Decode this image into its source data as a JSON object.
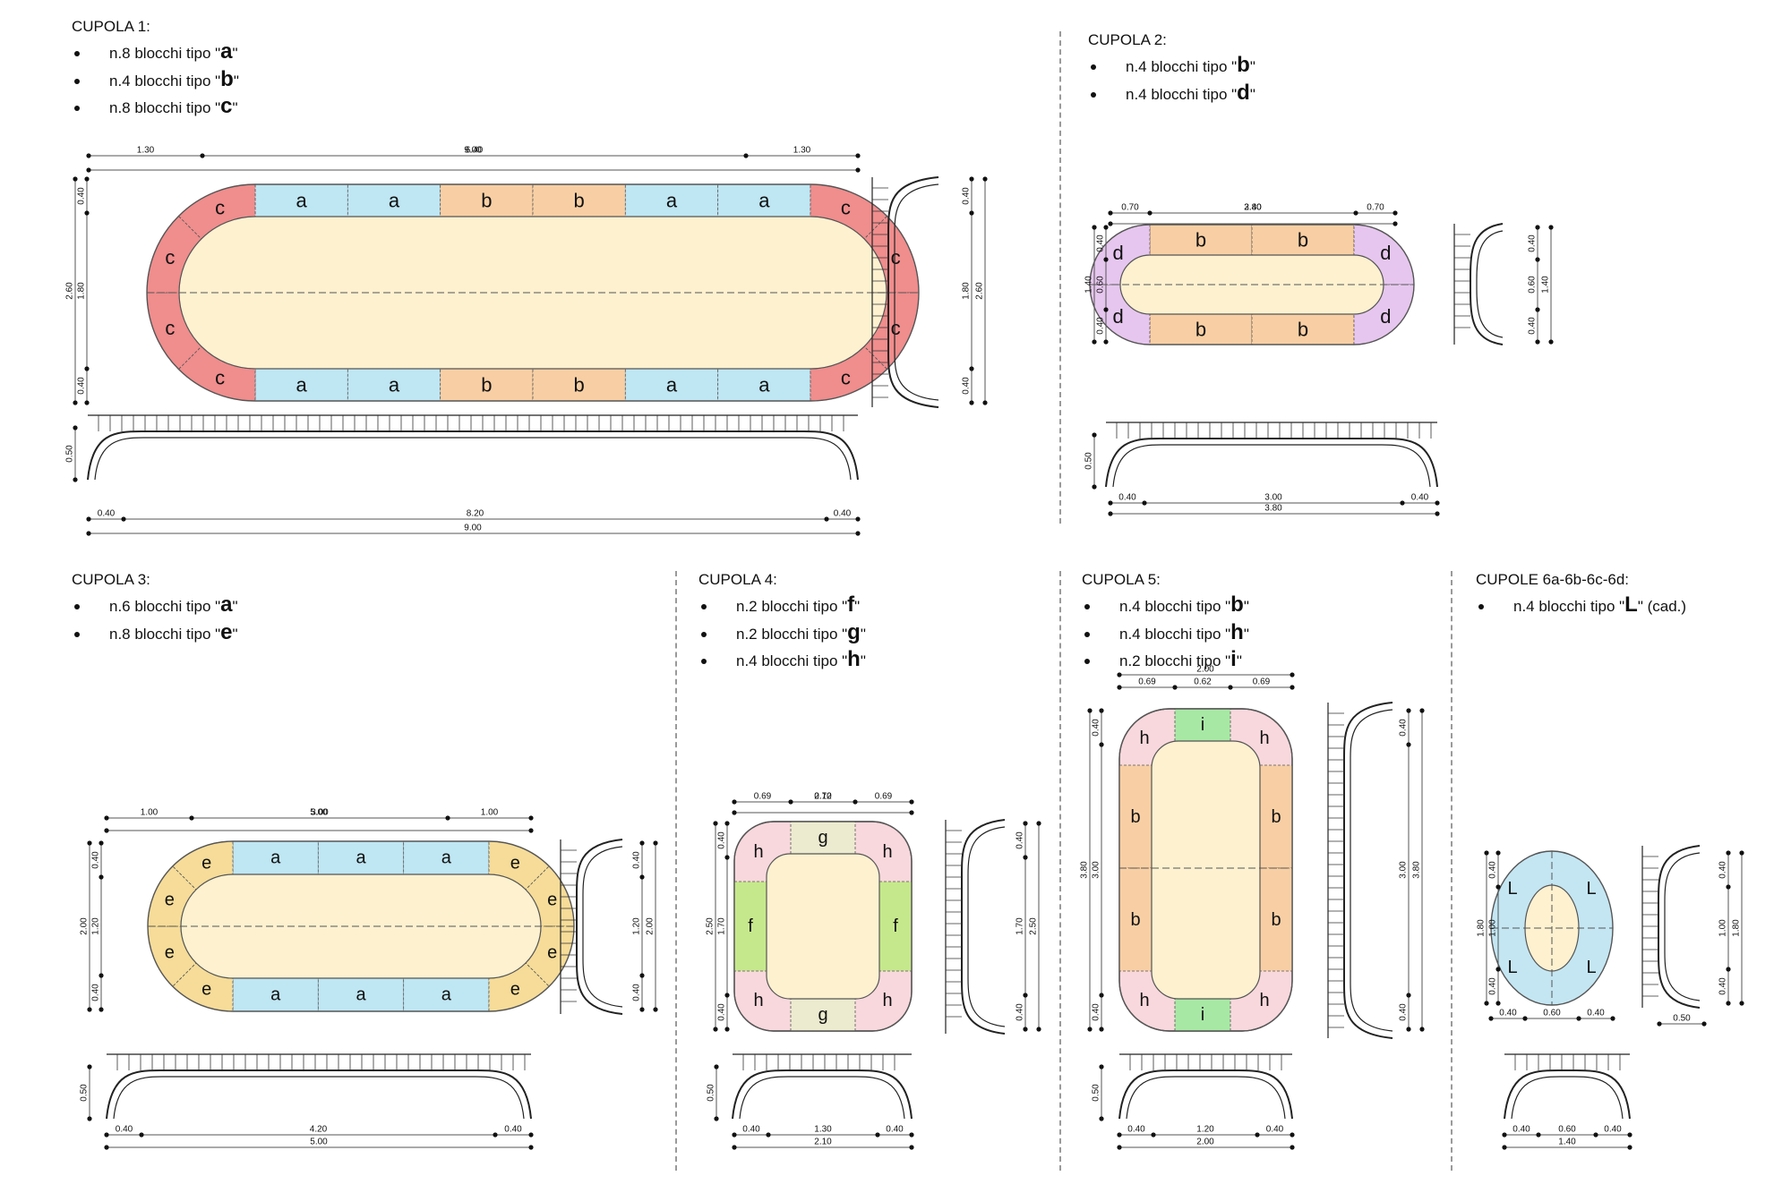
{
  "panels": [
    {
      "title": "CUPOLA 1:",
      "items": [
        {
          "pre": "n.8 blocchi tipo \"",
          "code": "a",
          "post": "\""
        },
        {
          "pre": "n.4 blocchi tipo \"",
          "code": "b",
          "post": "\""
        },
        {
          "pre": "n.8 blocchi tipo \"",
          "code": "c",
          "post": "\""
        }
      ]
    },
    {
      "title": "CUPOLA 2:",
      "items": [
        {
          "pre": "n.4 blocchi tipo \"",
          "code": "b",
          "post": "\""
        },
        {
          "pre": "n.4 blocchi tipo \"",
          "code": "d",
          "post": "\""
        }
      ]
    },
    {
      "title": "CUPOLA 3:",
      "items": [
        {
          "pre": "n.6 blocchi tipo \"",
          "code": "a",
          "post": "\""
        },
        {
          "pre": "n.8 blocchi tipo \"",
          "code": "e",
          "post": "\""
        }
      ]
    },
    {
      "title": "CUPOLA 4:",
      "items": [
        {
          "pre": "n.2 blocchi tipo \"",
          "code": "f",
          "post": "\""
        },
        {
          "pre": "n.2 blocchi tipo \"",
          "code": "g",
          "post": "\""
        },
        {
          "pre": "n.4 blocchi tipo \"",
          "code": "h",
          "post": "\""
        }
      ]
    },
    {
      "title": "CUPOLA 5:",
      "items": [
        {
          "pre": "n.4 blocchi tipo \"",
          "code": "b",
          "post": "\""
        },
        {
          "pre": "n.4 blocchi tipo \"",
          "code": "h",
          "post": "\""
        },
        {
          "pre": "n.2 blocchi tipo \"",
          "code": "i",
          "post": "\""
        }
      ]
    },
    {
      "title": "CUPOLE 6a-6b-6c-6d:",
      "items": [
        {
          "pre": "n.4 blocchi tipo \"",
          "code": "L",
          "post": "\" (cad.)"
        }
      ]
    }
  ],
  "colors": {
    "a": "#bfe6f3",
    "b": "#f8cfa4",
    "c": "#f08d8d",
    "d": "#e6c6ee",
    "e": "#f6dc98",
    "f": "#c6e88c",
    "g": "#ecebcf",
    "h": "#f8d8dd",
    "i": "#a8e8a5",
    "L": "#c4e6f3",
    "inner": "#fdf1d0",
    "line": "#555555"
  },
  "domes": [
    {
      "id": "cupola1",
      "kind": "stadium-h",
      "blocks": {
        "straight": [
          "a",
          "a",
          "b",
          "b",
          "a",
          "a"
        ],
        "curve": [
          "c",
          "c",
          "c",
          "c"
        ]
      },
      "dims": {
        "top": {
          "total": "9.00",
          "parts": [
            "1.30",
            "6.40",
            "1.30"
          ]
        },
        "left": {
          "total": "2.60",
          "mid": "1.80",
          "parts": [
            "0.40",
            "0.40"
          ]
        },
        "right": {
          "mid": "1.80",
          "total": "2.60",
          "parts": [
            "0.40",
            "0.40"
          ]
        },
        "bottom": {
          "parts": [
            "0.40",
            "8.20",
            "0.40"
          ],
          "total": "9.00"
        },
        "section": "0.50"
      }
    },
    {
      "id": "cupola2",
      "kind": "stadium-h",
      "blocks": {
        "straight": [
          "b",
          "b"
        ],
        "curve": [
          "d",
          "d"
        ]
      },
      "dims": {
        "top": {
          "total": "3.80",
          "parts": [
            "0.70",
            "2.40",
            "0.70"
          ]
        },
        "left": {
          "total": "1.40",
          "mid": "0.60",
          "parts": [
            "0.40",
            "0.40"
          ]
        },
        "right": {
          "mid": "0.60",
          "total": "1.40",
          "parts": [
            "0.40",
            "0.40"
          ]
        },
        "bottom": {
          "parts": [
            "0.40",
            "3.00",
            "0.40"
          ],
          "total": "3.80"
        },
        "section": "0.50"
      }
    },
    {
      "id": "cupola3",
      "kind": "stadium-h",
      "blocks": {
        "straight": [
          "a",
          "a",
          "a"
        ],
        "curve": [
          "e",
          "e",
          "e",
          "e"
        ]
      },
      "dims": {
        "top": {
          "total": "5.00",
          "parts": [
            "1.00",
            "3.00",
            "1.00"
          ]
        },
        "left": {
          "total": "2.00",
          "mid": "1.20",
          "parts": [
            "0.40",
            "0.40"
          ]
        },
        "right": {
          "mid": "1.20",
          "total": "2.00",
          "parts": [
            "0.40",
            "0.40"
          ]
        },
        "bottom": {
          "parts": [
            "0.40",
            "4.20",
            "0.40"
          ],
          "total": "5.00"
        },
        "section": "0.50"
      }
    },
    {
      "id": "cupola4",
      "kind": "rounded-rect",
      "blocks": {
        "top": "g",
        "side": "f",
        "corner": "h"
      },
      "dims": {
        "top": {
          "total": "2.10",
          "parts": [
            "0.69",
            "0.72",
            "0.69"
          ]
        },
        "left": {
          "total": "2.50",
          "mid": "1.70",
          "parts": [
            "0.40",
            "0.40"
          ]
        },
        "right": {
          "mid": "1.70",
          "total": "2.50",
          "parts": [
            "0.40",
            "0.40"
          ]
        },
        "bottom": {
          "parts": [
            "0.40",
            "1.30",
            "0.40"
          ],
          "total": "2.10"
        },
        "section": "0.50"
      }
    },
    {
      "id": "cupola5",
      "kind": "stadium-v",
      "blocks": {
        "top": "i",
        "side": [
          "b",
          "b"
        ],
        "corner": "h"
      },
      "dims": {
        "top": {
          "total": "2.00",
          "parts": [
            "0.69",
            "0.62",
            "0.69"
          ]
        },
        "left": {
          "total": "3.80",
          "mid": "3.00",
          "parts": [
            "0.40",
            "0.40"
          ]
        },
        "right": {
          "mid": "3.00",
          "total": "3.80",
          "parts": [
            "0.40",
            "0.40"
          ]
        },
        "bottom": {
          "parts": [
            "0.40",
            "1.20",
            "0.40"
          ],
          "total": "2.00"
        },
        "section": "0.50"
      }
    },
    {
      "id": "cupola6",
      "kind": "ellipse",
      "blocks": {
        "quarter": "L"
      },
      "dims": {
        "left": {
          "total": "1.80",
          "mid": "1.00",
          "parts": [
            "0.40",
            "0.40"
          ]
        },
        "right": {
          "mid": "1.00",
          "total": "1.80",
          "parts": [
            "0.40",
            "0.40"
          ]
        },
        "under": [
          "0.40",
          "0.60",
          "0.40"
        ],
        "sectionWidth": "0.50",
        "bottom": {
          "parts": [
            "0.40",
            "0.60",
            "0.40"
          ],
          "total": "1.40"
        }
      }
    }
  ]
}
